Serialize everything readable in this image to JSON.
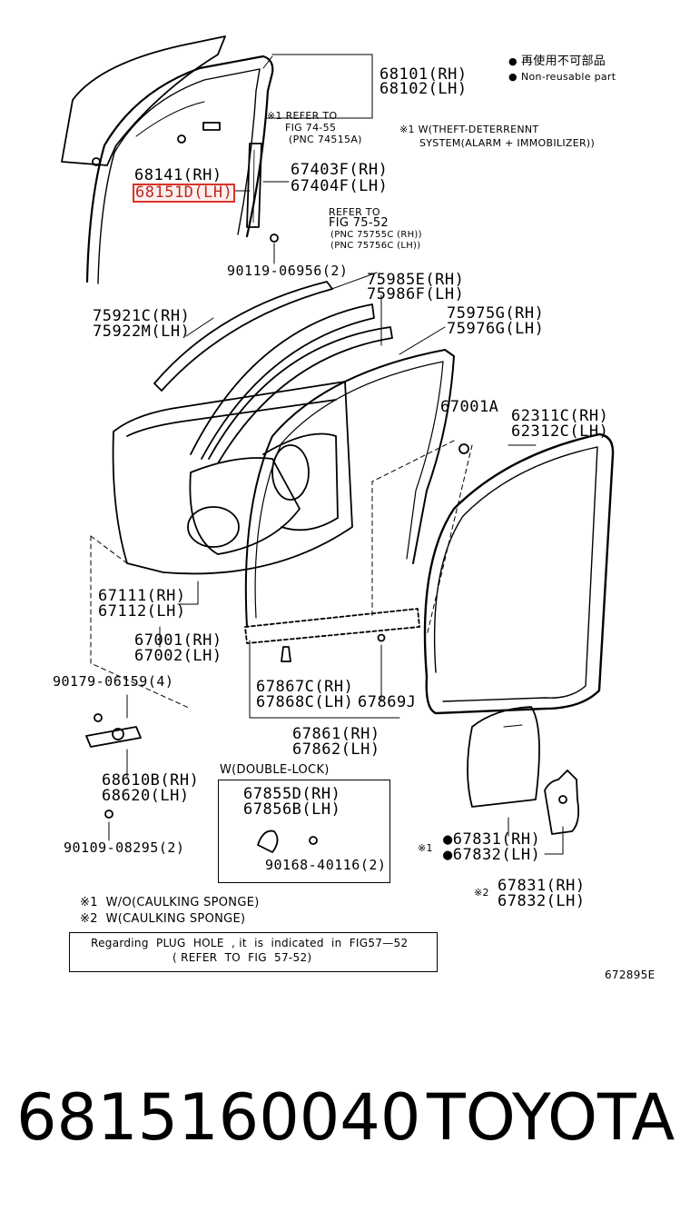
{
  "legend": {
    "reuse_cn": "再使用不可部品",
    "reuse_en": "Non-reusable part",
    "bullet": "●"
  },
  "labels": {
    "glass_rh": "68101(RH)",
    "glass_lh": "68102(LH)",
    "refer_a1": "※1 REFER TO",
    "refer_a2": "FIG 74-55",
    "refer_a3": "(PNC 74515A)",
    "theft_1": "※1 W(THEFT-DETERRENNT",
    "theft_2": "SYSTEM(ALARM + IMMOBILIZER))",
    "run_rh": "68141(RH)",
    "run_lh": "68151D(LH)",
    "div_rh": "67403F(RH)",
    "div_lh": "67404F(LH)",
    "refer_b1": "REFER TO",
    "refer_b2": "FIG 75-52",
    "refer_b3": "(PNC 75755C (RH))",
    "refer_b4": "(PNC 75756C (LH))",
    "screw_1": "90119-06956(2)",
    "mould_rh": "75985E(RH)",
    "mould_lh": "75986F(LH)",
    "weather_rh": "75921C(RH)",
    "weather_lh": "75922M(LH)",
    "belt_rh": "75975G(RH)",
    "belt_lh": "75976G(LH)",
    "clip_1": "67001A",
    "seal_rh": "62311C(RH)",
    "seal_lh": "62312C(LH)",
    "hinge_rh": "67111(RH)",
    "hinge_lh": "67112(LH)",
    "panel_rh": "67001(RH)",
    "panel_lh": "67002(LH)",
    "bolt_1": "90179-06159(4)",
    "wst_rh": "67867C(RH)",
    "wst_lh": "67868C(LH)",
    "clip_2": "67869J",
    "wst2_rh": "67861(RH)",
    "wst2_lh": "67862(LH)",
    "check_rh": "68610B(RH)",
    "check_lh": "68620(LH)",
    "dl_title": "W(DOUBLE-LOCK)",
    "dl_rh": "67855D(RH)",
    "dl_lh": "67856B(LH)",
    "dl_screw": "90168-40116(2)",
    "bolt_2": "90109-08295(2)",
    "film_mark1": "※1",
    "film_rh": "●67831(RH)",
    "film_lh": "●67832(LH)",
    "film_mark2": "※2",
    "film2_rh": "67831(RH)",
    "film2_lh": "67832(LH)",
    "note_1": "※1  W/O(CAULKING SPONGE)",
    "note_2": "※2  W(CAULKING SPONGE)",
    "box_line1": "Regarding  PLUG  HOLE  , it  is  indicated  in  FIG57—52",
    "box_line2": "( REFER  TO  FIG  57-52)",
    "fig_code": "672895E"
  },
  "footer": {
    "part_number": "6815160040",
    "brand": "TOYOTA"
  },
  "colors": {
    "highlight": "#d9342b",
    "ink": "#000000"
  }
}
